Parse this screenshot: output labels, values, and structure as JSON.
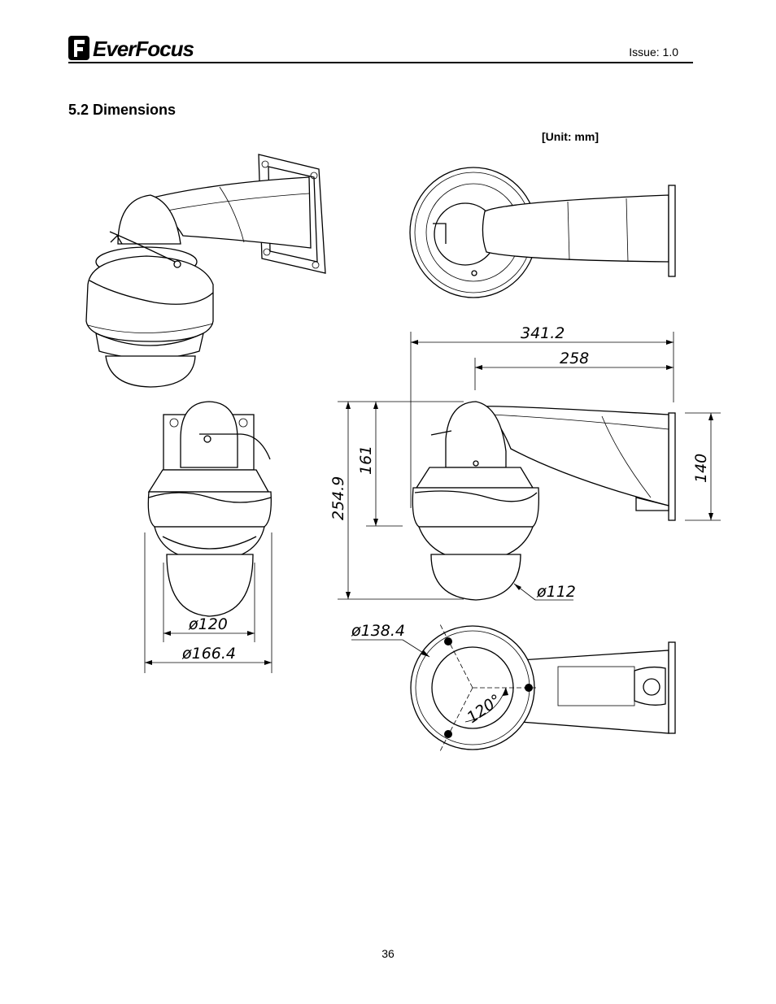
{
  "header": {
    "brand": "EverFocus",
    "issue": "Issue: 1.0"
  },
  "section": {
    "title": "5.2 Dimensions",
    "unit_note": "[Unit: mm]"
  },
  "dimensions": {
    "total_length": "341.2",
    "arm_length": "258",
    "total_height": "254.9",
    "body_height": "161",
    "bracket_height": "140",
    "dome_diameter": "ø112",
    "lower_diameter": "ø120",
    "housing_diameter": "ø166.4",
    "mount_diameter": "ø138.4",
    "hole_angle": "120°"
  },
  "footer": {
    "page_number": "36"
  }
}
